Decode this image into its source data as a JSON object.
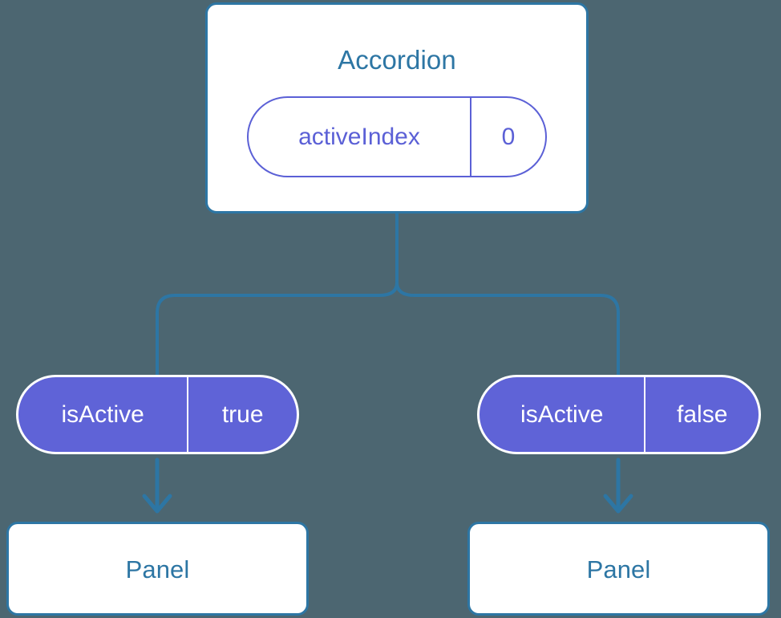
{
  "diagram": {
    "background_color": "#4c6671",
    "component_color": "#2d76a4",
    "state_color": "#5f63d7",
    "connector_color": "#2d76a4",
    "root": {
      "title": "Accordion",
      "state": {
        "key": "activeIndex",
        "value": "0"
      }
    },
    "children": [
      {
        "prop": {
          "key": "isActive",
          "value": "true"
        },
        "component": {
          "title": "Panel"
        }
      },
      {
        "prop": {
          "key": "isActive",
          "value": "false"
        },
        "component": {
          "title": "Panel"
        }
      }
    ]
  }
}
